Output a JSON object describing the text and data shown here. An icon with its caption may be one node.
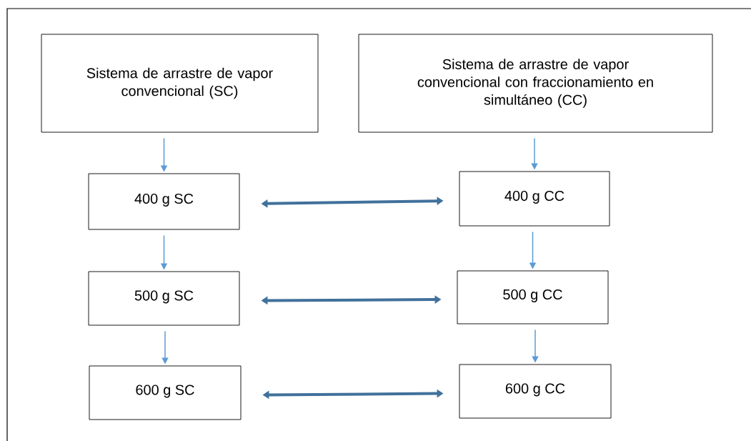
{
  "diagram": {
    "nodes": [
      {
        "text": [
          "Sistema de arrastre de vapor convencional (SC)"
        ]
      },
      {
        "text": [
          "Sistema de arrastre de vapor convencional con fraccionamiento en simultáneo (CC)"
        ]
      },
      {
        "text": [
          "400 g SC"
        ]
      },
      {
        "text": [
          "400 g CC"
        ]
      },
      {
        "text": [
          "500 g SC"
        ]
      },
      {
        "text": [
          "500 g CC"
        ]
      },
      {
        "text": [
          "600 g SC"
        ]
      },
      {
        "text": [
          "600 g CC"
        ]
      }
    ],
    "edges": [
      {
        "from": 0,
        "to": 2,
        "arrow": "to"
      },
      {
        "from": 1,
        "to": 3,
        "arrow": "to"
      },
      {
        "from": 2,
        "to": 3,
        "arrow": "both",
        "style": "thick",
        "color": "#41719c"
      },
      {
        "from": 2,
        "to": 4,
        "arrow": "to"
      },
      {
        "from": 3,
        "to": 5,
        "arrow": "to"
      },
      {
        "from": 4,
        "to": 5,
        "arrow": "both",
        "style": "thick",
        "color": "#41719c"
      },
      {
        "from": 4,
        "to": 6,
        "arrow": "to"
      },
      {
        "from": 5,
        "to": 7,
        "arrow": "to"
      },
      {
        "from": 6,
        "to": 7,
        "arrow": "both",
        "style": "thick",
        "color": "#41719c"
      }
    ]
  }
}
